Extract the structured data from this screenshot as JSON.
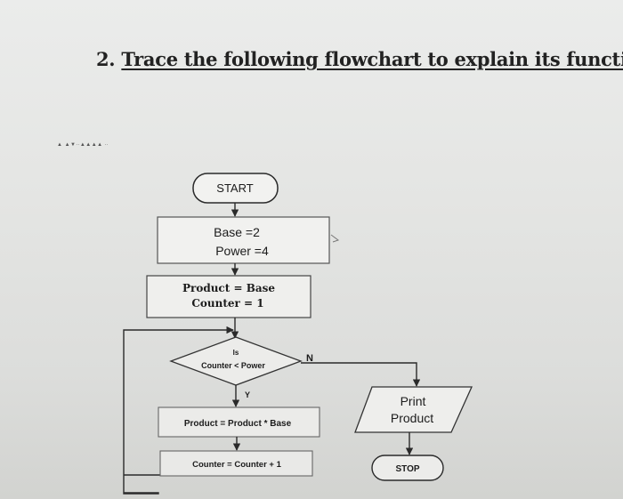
{
  "heading": {
    "number": "2.",
    "text": "Trace the following flowchart to explain its function"
  },
  "margin_residue": "▲ ▲▼∙∙▲▲▲▲ ∙∙",
  "flowchart": {
    "start": "START",
    "init": [
      "Base =2",
      "Power =4"
    ],
    "setup": [
      "Product = Base",
      "Counter = 1"
    ],
    "decision": [
      "Is",
      "Counter < Power"
    ],
    "yes_label": "Y",
    "no_label": "N",
    "multiply": "Product = Product * Base",
    "increment": "Counter = Counter + 1",
    "output": [
      "Print",
      "Product"
    ],
    "stop": "STOP"
  }
}
